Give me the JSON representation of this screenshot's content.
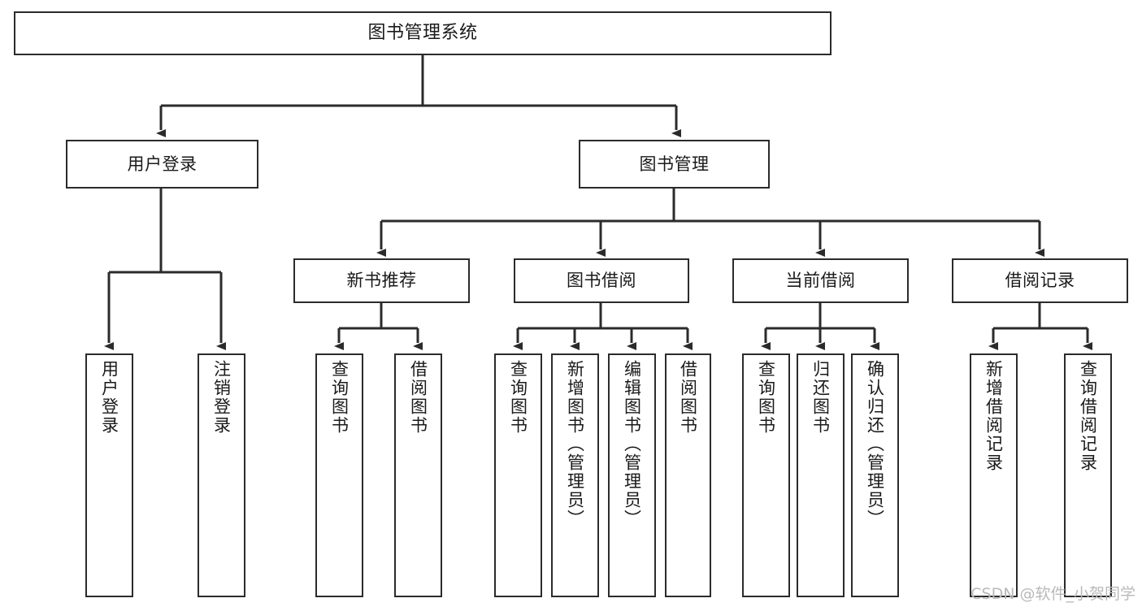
{
  "diagram": {
    "title": "图书管理系统",
    "type": "tree-hierarchy-diagram",
    "colors": {
      "stroke": "#2b2b2b",
      "fill": "#ffffff",
      "text": "#1a1a1a",
      "watermark": "#b9b9b9"
    },
    "root": {
      "label": "图书管理系统"
    },
    "level2": [
      {
        "label": "用户登录"
      },
      {
        "label": "图书管理"
      }
    ],
    "level3": [
      {
        "label": "新书推荐"
      },
      {
        "label": "图书借阅"
      },
      {
        "label": "当前借阅"
      },
      {
        "label": "借阅记录"
      }
    ],
    "leaves": {
      "user_login": [
        {
          "label": "用户登录"
        },
        {
          "label": "注销登录"
        }
      ],
      "new_book": [
        {
          "label": "查询图书"
        },
        {
          "label": "借阅图书"
        }
      ],
      "book_borrow": [
        {
          "label": "查询图书"
        },
        {
          "label": "新增图书（管理员）"
        },
        {
          "label": "编辑图书（管理员）"
        },
        {
          "label": "借阅图书"
        }
      ],
      "current_borrow": [
        {
          "label": "查询图书"
        },
        {
          "label": "归还图书"
        },
        {
          "label": "确认归还（管理员）"
        }
      ],
      "borrow_record": [
        {
          "label": "新增借阅记录"
        },
        {
          "label": "查询借阅记录"
        }
      ]
    }
  },
  "watermark": {
    "text": "CSDN @软件_小贺同学"
  }
}
